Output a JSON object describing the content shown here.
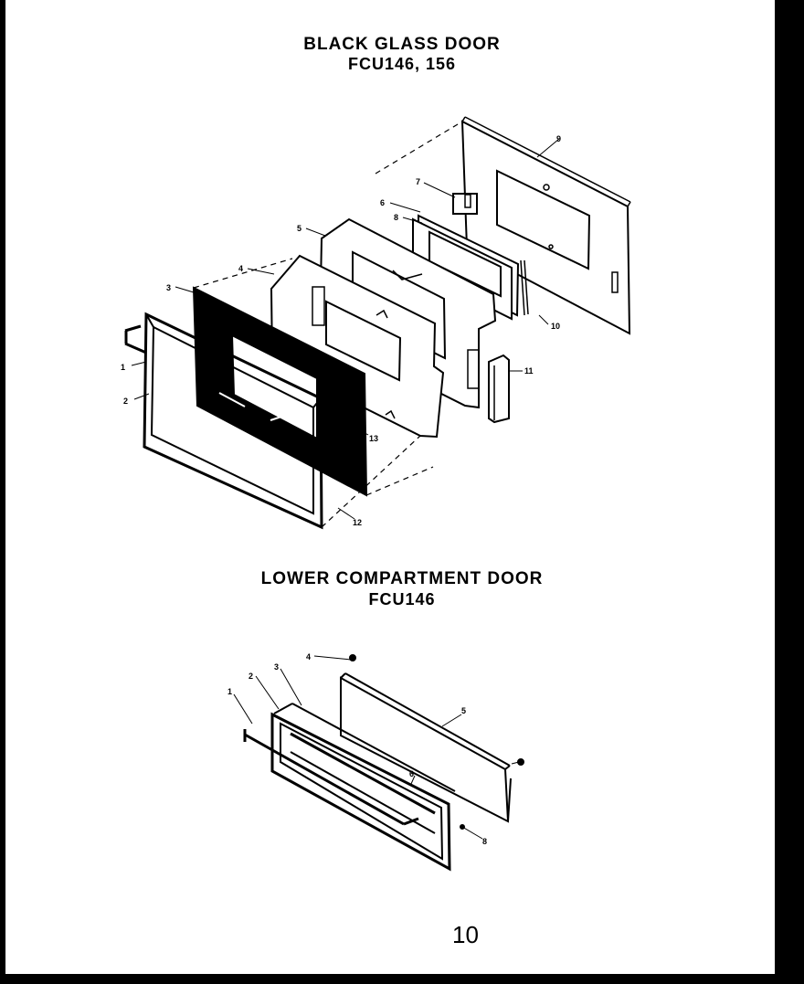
{
  "upper": {
    "title": "BLACK GLASS DOOR",
    "models": "FCU146, 156",
    "callouts": [
      "1",
      "2",
      "3",
      "4",
      "5",
      "6",
      "7",
      "8",
      "9",
      "10",
      "11",
      "12",
      "13"
    ]
  },
  "lower": {
    "title": "LOWER COMPARTMENT DOOR",
    "models": "FCU146",
    "callouts": [
      "1",
      "2",
      "3",
      "4",
      "5",
      "6",
      "8"
    ]
  },
  "page_number": "10"
}
